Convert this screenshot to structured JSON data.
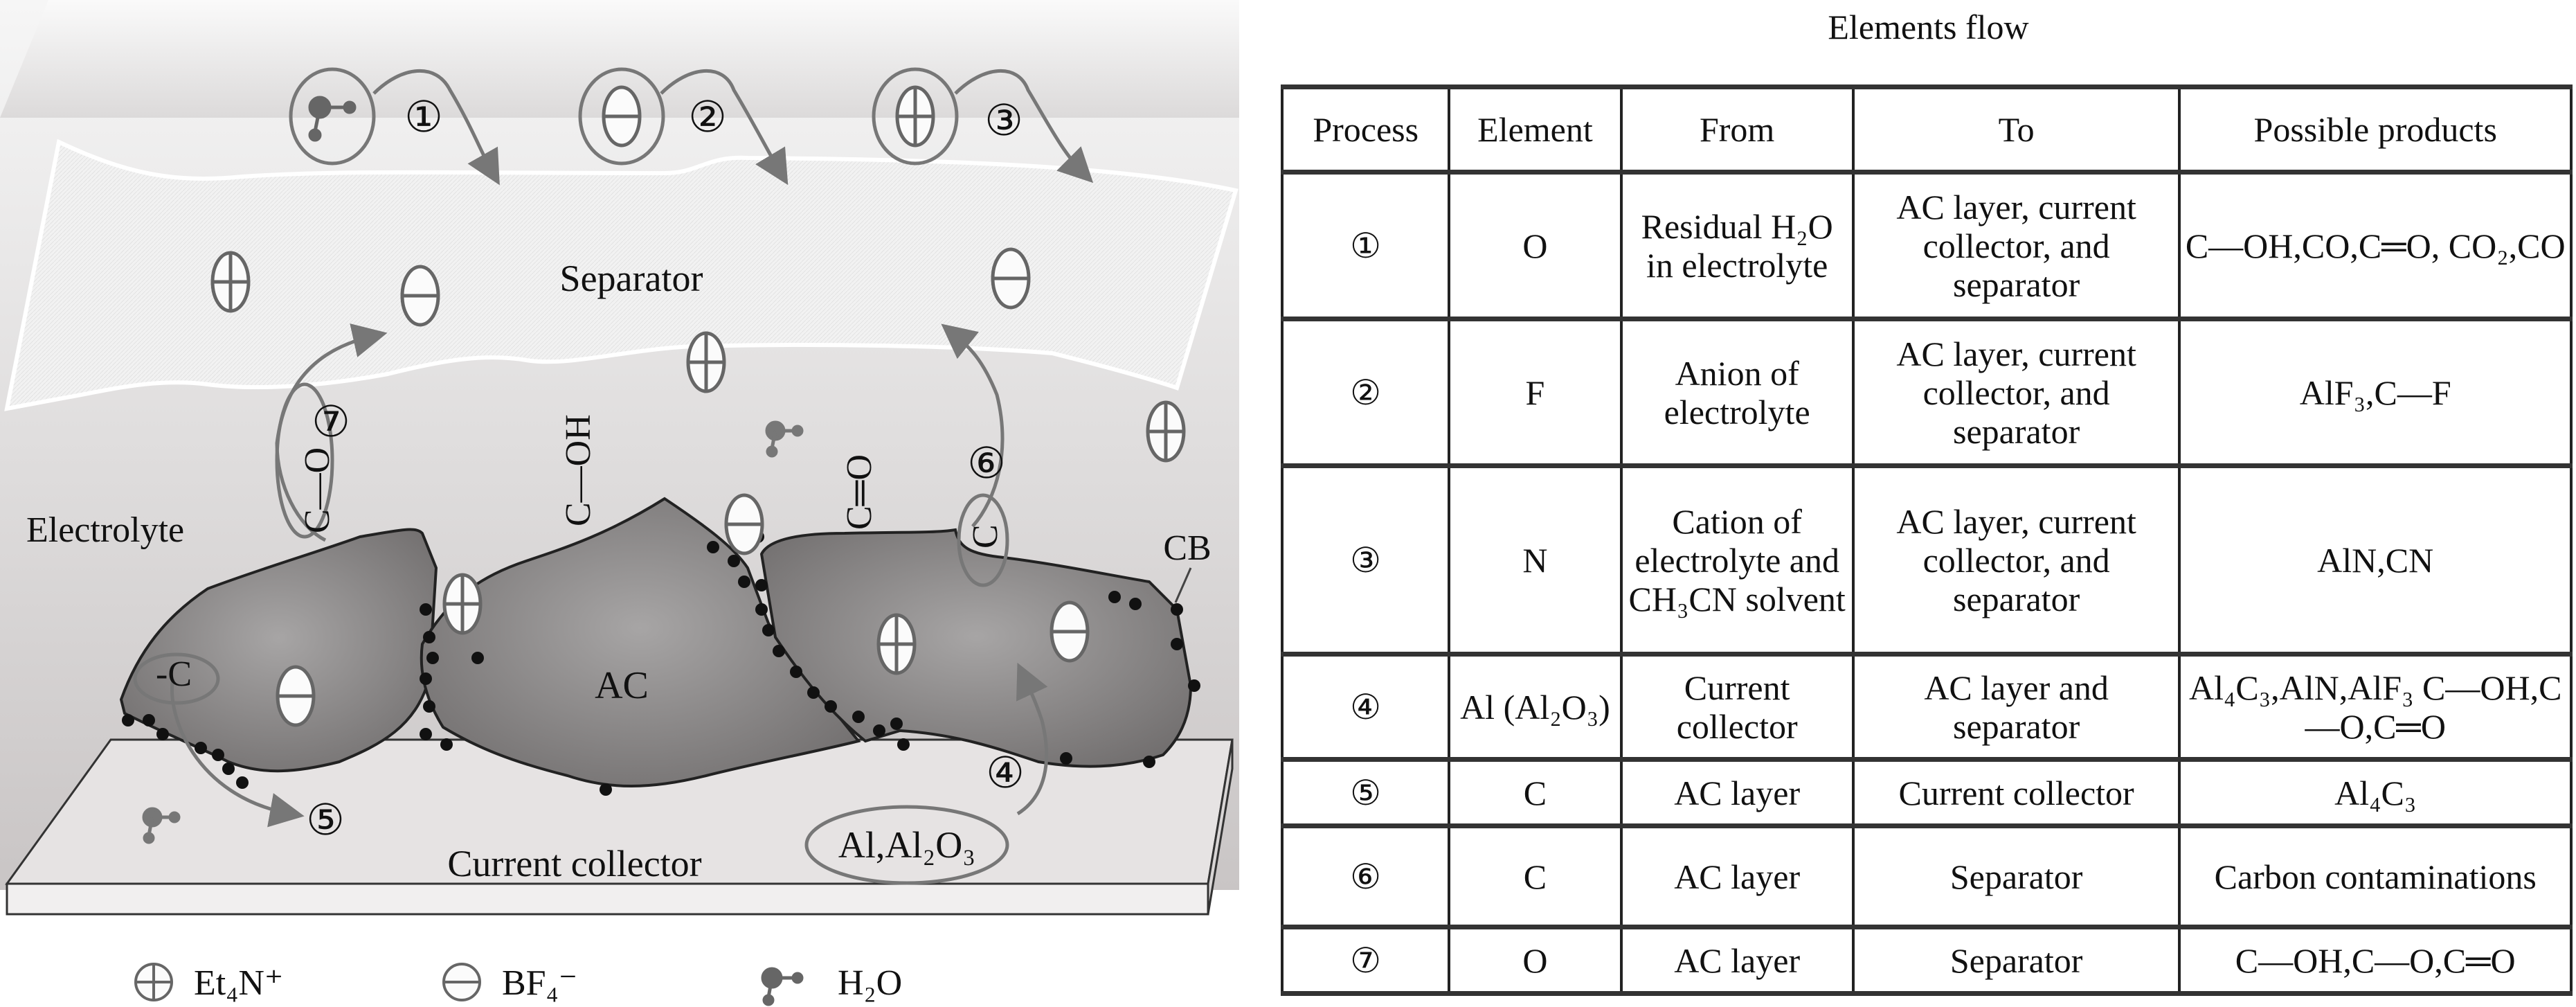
{
  "diagram": {
    "labels": {
      "separator": "Separator",
      "electrolyte": "Electrolyte",
      "ac": "AC",
      "cb": "CB",
      "current_collector": "Current collector",
      "al_al2o3": "Al,Al₂O₃",
      "c_label": "-C",
      "c_oh": "C—OH",
      "c_eq_o": "C═O",
      "c_o": "C—O",
      "c_single": "C"
    },
    "process_markers": [
      "①",
      "②",
      "③",
      "④",
      "⑤",
      "⑥",
      "⑦"
    ],
    "legend": [
      {
        "icon": "cation-plus-icon",
        "label": "Et₄N⁺"
      },
      {
        "icon": "anion-minus-icon",
        "label": "BF₄⁻"
      },
      {
        "icon": "water-molecule-icon",
        "label": "H₂O"
      }
    ]
  },
  "table": {
    "title": "Elements flow",
    "headers": [
      "Process",
      "Element",
      "From",
      "To",
      "Possible products"
    ],
    "rows": [
      {
        "process": "①",
        "element": "O",
        "from": "Residual H₂O in electrolyte",
        "to": "AC layer, current collector, and separator",
        "products": "C—OH,CO,C═O, CO₂,CO"
      },
      {
        "process": "②",
        "element": "F",
        "from": "Anion of electrolyte",
        "to": "AC layer, current collector, and separator",
        "products": "AlF₃,C—F"
      },
      {
        "process": "③",
        "element": "N",
        "from": "Cation of electrolyte and CH₃CN solvent",
        "to": "AC layer, current collector, and separator",
        "products": "AlN,CN"
      },
      {
        "process": "④",
        "element": "Al (Al₂O₃)",
        "from": "Current collector",
        "to": "AC layer and separator",
        "products": "Al₄C₃,AlN,AlF₃ C—OH,C—O,C═O"
      },
      {
        "process": "⑤",
        "element": "C",
        "from": "AC layer",
        "to": "Current collector",
        "products": "Al₄C₃"
      },
      {
        "process": "⑥",
        "element": "C",
        "from": "AC layer",
        "to": "Separator",
        "products": "Carbon contaminations"
      },
      {
        "process": "⑦",
        "element": "O",
        "from": "AC layer",
        "to": "Separator",
        "products": "C—OH,C—O,C═O"
      }
    ]
  }
}
